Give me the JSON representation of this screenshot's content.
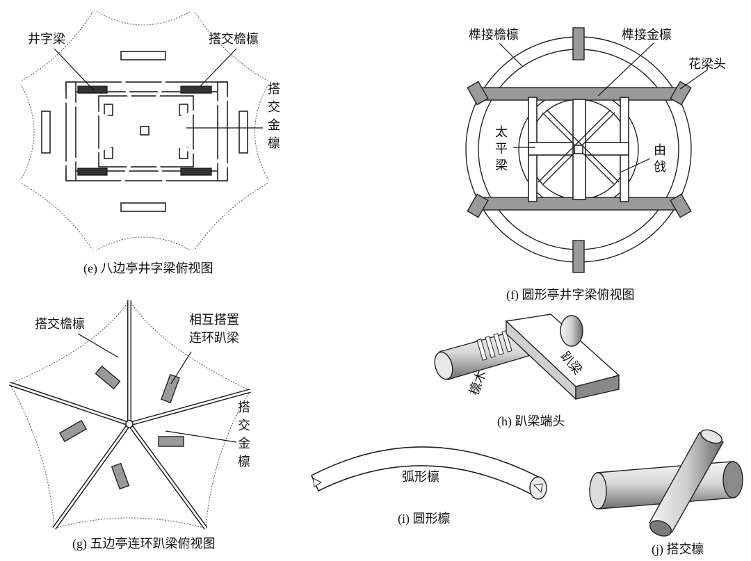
{
  "panels": {
    "e": {
      "caption": "(e) 八边亭井字梁俯视图",
      "labels": {
        "jingziliang": "井字梁",
        "dajiaoyanlin": "搭交檐檩",
        "dajiaojinlin": [
          "搭",
          "交",
          "金",
          "檩"
        ]
      }
    },
    "f": {
      "caption": "(f) 圆形亭井字梁俯视图",
      "labels": {
        "sunjieyanlin": "榫接檐檩",
        "sunjiejinlin": "榫接金檩",
        "hualiangtou": "花梁头",
        "taipingliang": [
          "太",
          "平",
          "梁"
        ],
        "youji": [
          "由",
          "戗"
        ]
      }
    },
    "g": {
      "caption": "(g) 五边亭连环趴梁俯视图",
      "labels": {
        "dajiaoyanlin": "搭交檐檩",
        "xianghu": [
          "相互搭置",
          "连环趴梁"
        ],
        "dajiaojinlin": [
          "搭",
          "交",
          "金",
          "檩"
        ]
      }
    },
    "h": {
      "caption": "(h) 趴梁端头",
      "labels": {
        "linmu": "檩木",
        "paliang": "趴梁"
      }
    },
    "i": {
      "caption": "(i) 圆形檩",
      "labels": {
        "huxinglin": "弧形檩"
      }
    },
    "j": {
      "caption": "(j) 搭交檩"
    }
  }
}
